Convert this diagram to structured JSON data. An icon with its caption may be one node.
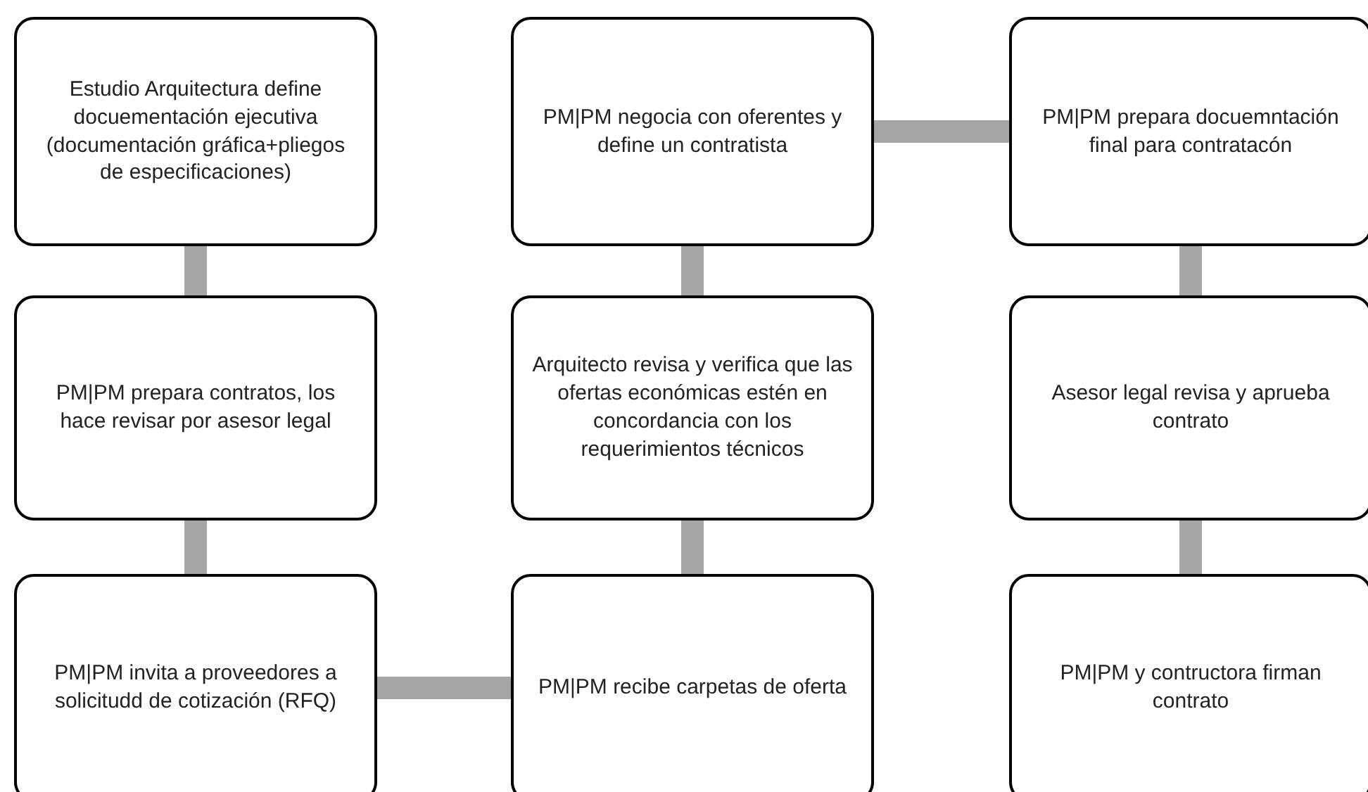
{
  "diagram": {
    "nodes": [
      {
        "text": [
          "Estudio Arquitectura define docuementación ejecutiva (documentación gráfica+pliegos de especificaciones)"
        ]
      },
      {
        "text": [
          "PM|PM prepara contratos, los hace revisar por asesor legal"
        ]
      },
      {
        "text": [
          "PM|PM invita a proveedores a solicitudd de cotización (RFQ)"
        ]
      },
      {
        "text": [
          "PM|PM recibe carpetas de oferta"
        ]
      },
      {
        "text": [
          "Arquitecto revisa y verifica que las ofertas económicas estén en concordancia con los requerimientos técnicos"
        ]
      },
      {
        "text": [
          "PM|PM negocia con oferentes y define un contratista"
        ]
      },
      {
        "text": [
          "PM|PM prepara docuemntación final para contratacón"
        ]
      },
      {
        "text": [
          "Asesor legal revisa y aprueba contrato"
        ]
      },
      {
        "text": [
          "PM|PM y contructora firman contrato"
        ]
      }
    ],
    "edges": [
      {
        "from": 0,
        "to": 1,
        "arrow": "none"
      },
      {
        "from": 1,
        "to": 2,
        "arrow": "none"
      },
      {
        "from": 2,
        "to": 3,
        "arrow": "none"
      },
      {
        "from": 3,
        "to": 4,
        "arrow": "none"
      },
      {
        "from": 4,
        "to": 5,
        "arrow": "none"
      },
      {
        "from": 5,
        "to": 6,
        "arrow": "none"
      },
      {
        "from": 6,
        "to": 7,
        "arrow": "none"
      },
      {
        "from": 7,
        "to": 8,
        "arrow": "none"
      }
    ]
  }
}
